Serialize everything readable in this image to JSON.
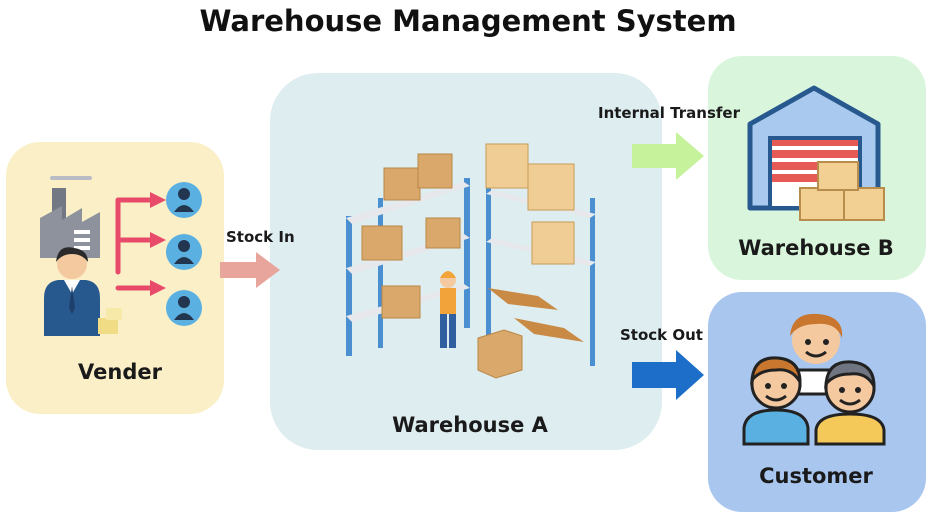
{
  "title": "Warehouse Management System",
  "nodes": {
    "vender": {
      "label": "Vender"
    },
    "warehouse_a": {
      "label": "Warehouse A"
    },
    "warehouse_b": {
      "label": "Warehouse B"
    },
    "customer": {
      "label": "Customer"
    }
  },
  "flows": {
    "stock_in": {
      "label": "Stock In",
      "color": "#e8a59c"
    },
    "internal_transfer": {
      "label": "Internal Transfer",
      "color": "#c6f29b"
    },
    "stock_out": {
      "label": "Stock Out",
      "color": "#1c6ec8"
    }
  },
  "colors": {
    "vender_panel": "#fbefc7",
    "warehouse_a_panel": "#deedf0",
    "warehouse_b_panel": "#d9f6dc",
    "customer_panel": "#a9c6ee",
    "vender_arrows": "#e84a6a"
  }
}
